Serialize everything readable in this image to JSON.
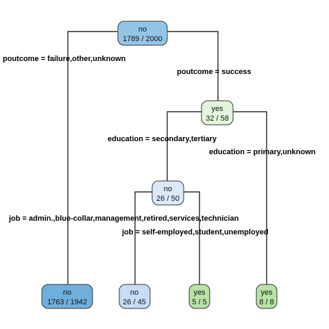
{
  "colors": {
    "no_dark": "#6fafdc",
    "no_mid": "#94c5e7",
    "no_light": "#dce9f8",
    "no_pale": "#c7dcf5",
    "yes_light": "#e3f5dc",
    "yes_mid": "#b8e2a6"
  },
  "nodes": [
    {
      "id": "root",
      "label": "no",
      "counts": "1789 / 2000",
      "color": "#94c5e7"
    },
    {
      "id": "success",
      "label": "yes",
      "counts": "32 / 58",
      "color": "#e3f5dc"
    },
    {
      "id": "educ-sec",
      "label": "no",
      "counts": "26 / 50",
      "color": "#dce9f8"
    },
    {
      "id": "leaf-1",
      "label": "no",
      "counts": "1763 / 1942",
      "color": "#6fafdc"
    },
    {
      "id": "leaf-2",
      "label": "no",
      "counts": "26 / 45",
      "color": "#c7dcf5"
    },
    {
      "id": "leaf-3",
      "label": "yes",
      "counts": "5 / 5",
      "color": "#b8e2a6"
    },
    {
      "id": "leaf-4",
      "label": "yes",
      "counts": "8 / 8",
      "color": "#b8e2a6"
    }
  ],
  "splits": {
    "poutcome_left": "poutcome = failure,other,unknown",
    "poutcome_right": "poutcome = success",
    "education_left": "education = secondary,tertiary",
    "education_right": "education = primary,unknown",
    "job_left": "job = admin.,blue-collar,management,retired,services,technician",
    "job_right": "job = self-employed,student,unemployed"
  }
}
